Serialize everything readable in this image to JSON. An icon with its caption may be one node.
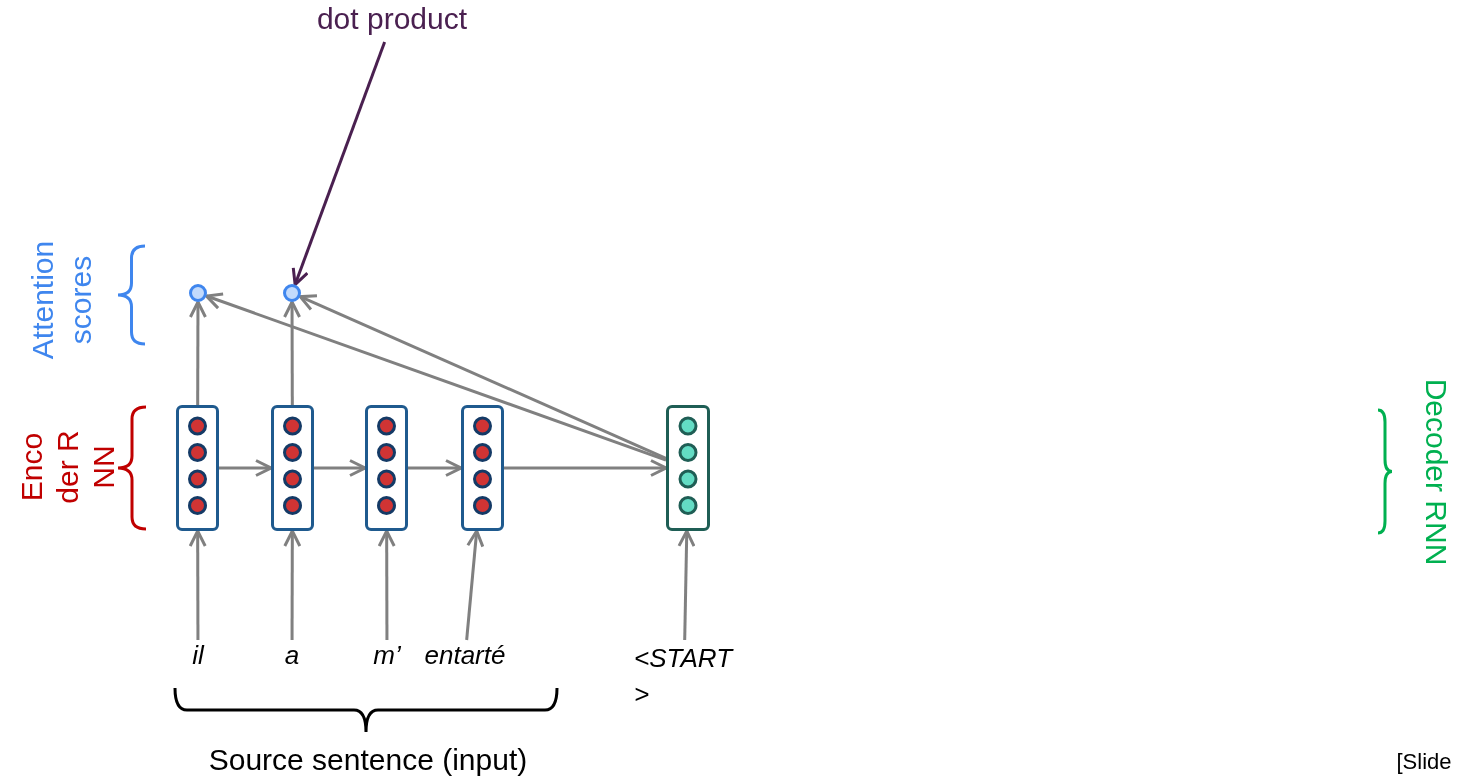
{
  "diagram": {
    "nodes": [
      {
        "text": [
          "dot product"
        ]
      },
      {
        "text": [],
        "shape": "circle"
      },
      {
        "text": [],
        "shape": "circle"
      },
      {
        "text": [],
        "shape": "box"
      },
      {
        "text": [],
        "shape": "box"
      },
      {
        "text": [],
        "shape": "box"
      },
      {
        "text": [],
        "shape": "box"
      },
      {
        "text": [],
        "shape": "box"
      },
      {
        "text": [
          "il"
        ]
      },
      {
        "text": [
          "a"
        ]
      },
      {
        "text": [
          "m’"
        ]
      },
      {
        "text": [
          "entarté"
        ]
      },
      {
        "text": [
          "<START >"
        ]
      }
    ],
    "edges": [
      {
        "from": 0,
        "to": 2,
        "arrow": "to",
        "color": "#4a2050"
      },
      {
        "from": 3,
        "to": 1,
        "arrow": "to"
      },
      {
        "from": 4,
        "to": 2,
        "arrow": "to"
      },
      {
        "from": 7,
        "to": 1,
        "arrow": "to"
      },
      {
        "from": 7,
        "to": 2,
        "arrow": "to"
      },
      {
        "from": 3,
        "to": 4,
        "arrow": "to"
      },
      {
        "from": 4,
        "to": 5,
        "arrow": "to"
      },
      {
        "from": 5,
        "to": 6,
        "arrow": "to"
      },
      {
        "from": 6,
        "to": 7,
        "arrow": "to"
      },
      {
        "from": 8,
        "to": 3,
        "arrow": "to"
      },
      {
        "from": 9,
        "to": 4,
        "arrow": "to"
      },
      {
        "from": 10,
        "to": 5,
        "arrow": "to"
      },
      {
        "from": 11,
        "to": 6,
        "arrow": "to"
      },
      {
        "from": 12,
        "to": 7,
        "arrow": "to"
      }
    ],
    "labels": [
      "Attention scores",
      "Encoder RNN",
      "Decoder RNN",
      "Source sentence (input)",
      "[Slide"
    ]
  }
}
